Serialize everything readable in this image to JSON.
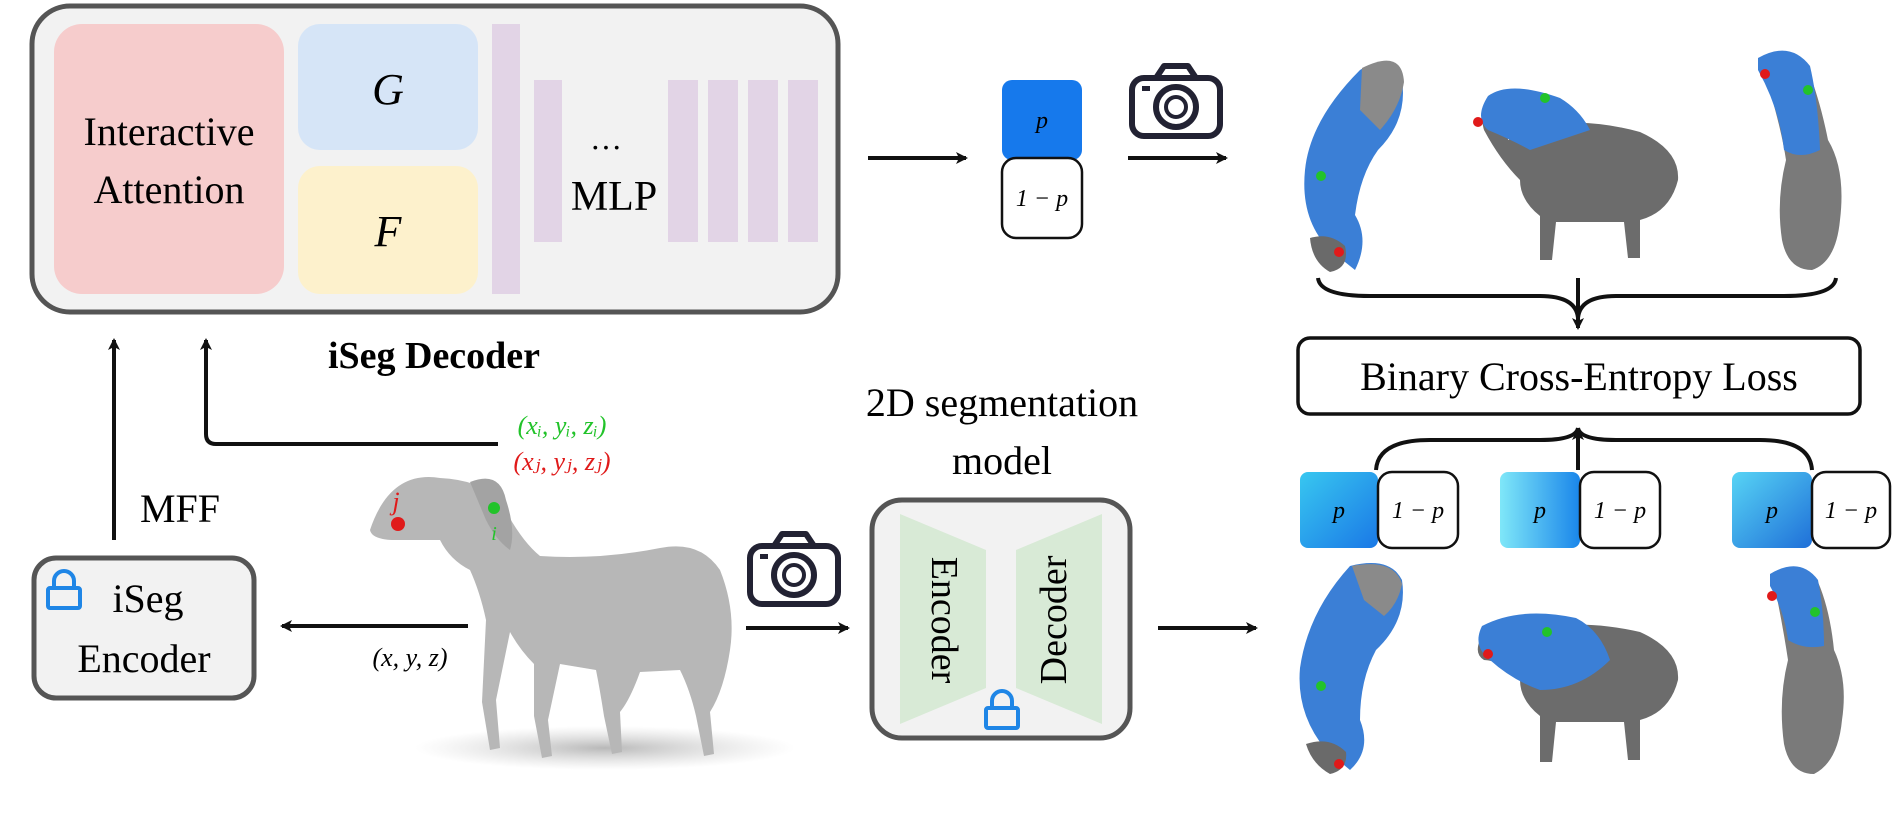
{
  "decoder": {
    "attention_label_line1": "Interactive",
    "attention_label_line2": "Attention",
    "g_label": "G",
    "f_label": "F",
    "mlp_label": "MLP",
    "ellipsis": "···",
    "caption": "iSeg Decoder"
  },
  "encoder": {
    "label_line1": "iSeg",
    "label_line2": "Encoder",
    "mff_label": "MFF",
    "point_input": "(x, y, z)"
  },
  "clicks": {
    "positive_label": "(xᵢ, yᵢ, zᵢ)",
    "negative_label": "(xⱼ, yⱼ, zⱼ)",
    "positive_marker": "i",
    "negative_marker": "j",
    "positive_color": "#22c32a",
    "negative_color": "#e01a1a"
  },
  "prediction": {
    "p_label": "p",
    "one_minus_p_label": "1 − p"
  },
  "segmentation_model": {
    "title_line1": "2D segmentation",
    "title_line2": "model",
    "encoder_label": "Encoder",
    "decoder_label": "Decoder"
  },
  "loss": {
    "label": "Binary Cross-Entropy Loss"
  },
  "targets": [
    {
      "p_label": "p",
      "one_minus_p_label": "1 − p"
    },
    {
      "p_label": "p",
      "one_minus_p_label": "1 − p"
    },
    {
      "p_label": "p",
      "one_minus_p_label": "1 − p"
    }
  ],
  "icons": [
    "lock-icon",
    "camera-icon",
    "horse-mesh",
    "arrow-icon"
  ],
  "colors": {
    "attention_fill": "#f6cccc",
    "g_fill": "#d6e5f7",
    "f_fill": "#fdf1cc",
    "mlp_fill": "#e2d4e6",
    "encoder_decoder_fill": "#d8ead6",
    "p_blue": "#1679ec",
    "mesh_blue": "#3b7fd6",
    "lock_blue": "#1f86e6",
    "panel_fill": "#f2f2f2",
    "panel_stroke": "#555555"
  }
}
